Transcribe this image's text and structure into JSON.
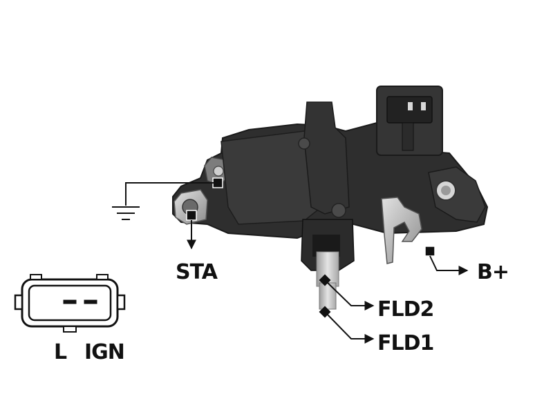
{
  "labels": {
    "sta": "STA",
    "b_plus": "B+",
    "fld2": "FLD2",
    "fld1": "FLD1",
    "l": "L",
    "ign": "IGN"
  },
  "icons": {
    "ground": "ground-symbol-icon",
    "connector": "connector-plug-icon"
  },
  "colors": {
    "body_dark": "#2a2a2a",
    "body_mid": "#3b3b3b",
    "metal": "#b8b8b8",
    "brush": "#c9c9c9",
    "line": "#111111",
    "background": "#ffffff"
  }
}
